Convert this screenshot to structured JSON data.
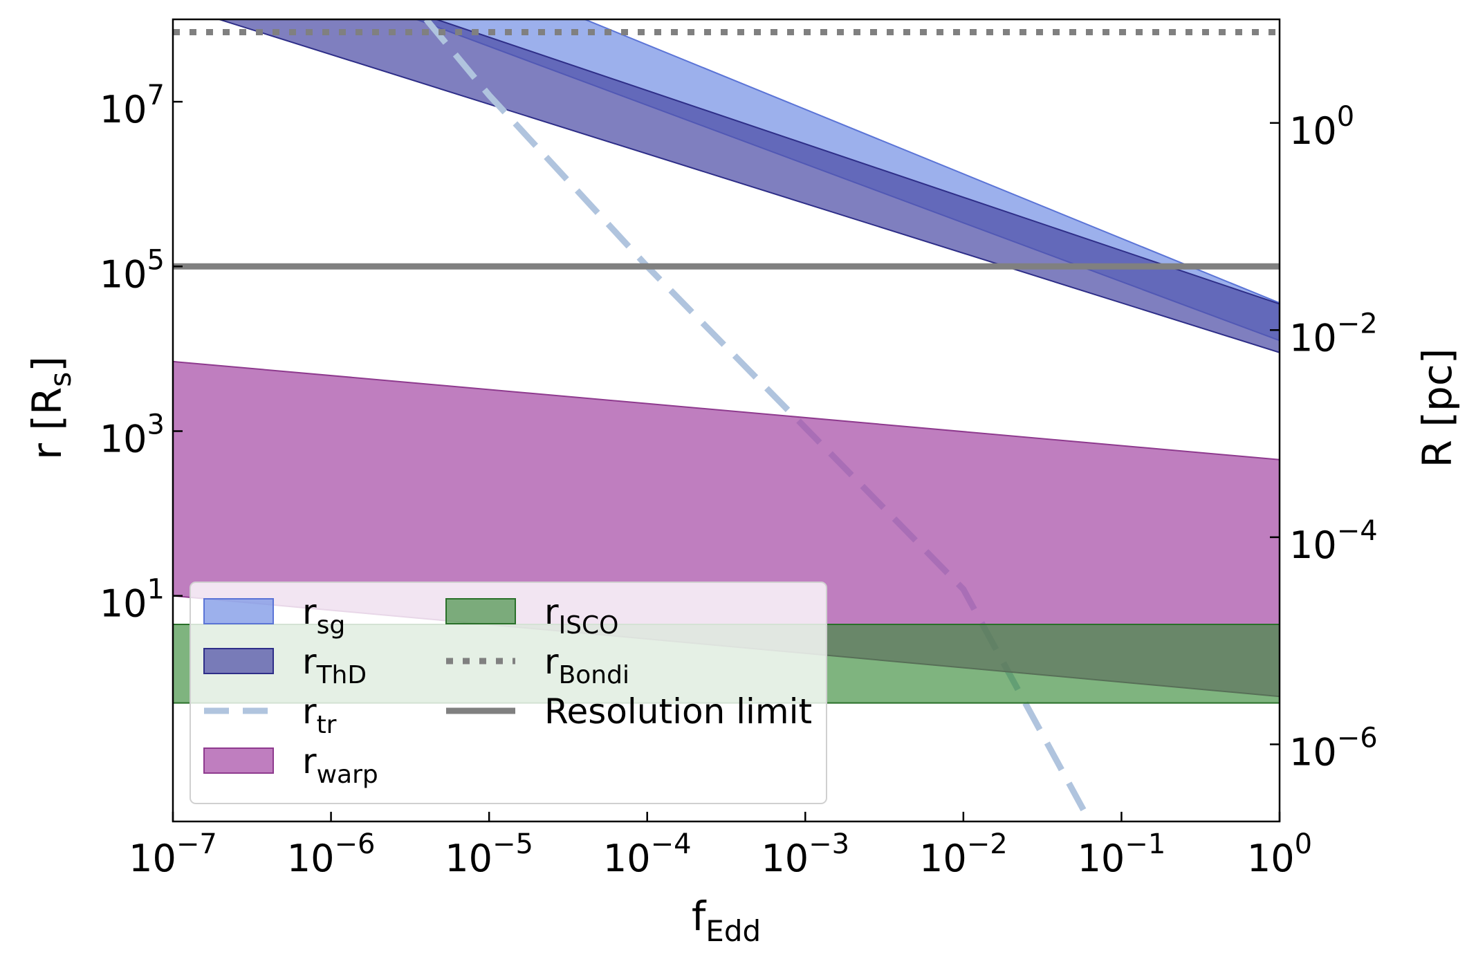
{
  "chart_data": {
    "type": "area",
    "xlabel": {
      "main": "f",
      "sub": "Edd"
    },
    "ylabel": {
      "main": "r [R",
      "sub": "s",
      "tail": "]"
    },
    "ylabel_right": "R [pc]",
    "xscale": "log",
    "yscale": "log",
    "xlim": [
      1e-07,
      1
    ],
    "ylim": [
      0.0182,
      100000000.0
    ],
    "ylim_right_pc": [
      1.8e-07,
      10
    ],
    "x_ticks": [
      {
        "value": 1e-07,
        "base": "10",
        "exp": "−7"
      },
      {
        "value": 1e-06,
        "base": "10",
        "exp": "−6"
      },
      {
        "value": 1e-05,
        "base": "10",
        "exp": "−5"
      },
      {
        "value": 0.0001,
        "base": "10",
        "exp": "−4"
      },
      {
        "value": 0.001,
        "base": "10",
        "exp": "−3"
      },
      {
        "value": 0.01,
        "base": "10",
        "exp": "−2"
      },
      {
        "value": 0.1,
        "base": "10",
        "exp": "−1"
      },
      {
        "value": 1,
        "base": "10",
        "exp": "0"
      }
    ],
    "y_ticks": [
      {
        "value": 10,
        "base": "10",
        "exp": "1"
      },
      {
        "value": 1000,
        "base": "10",
        "exp": "3"
      },
      {
        "value": 100000,
        "base": "10",
        "exp": "5"
      },
      {
        "value": 10000000,
        "base": "10",
        "exp": "7"
      }
    ],
    "y_ticks_right": [
      {
        "value": 1e-06,
        "base": "10",
        "exp": "−6"
      },
      {
        "value": 0.0001,
        "base": "10",
        "exp": "−4"
      },
      {
        "value": 0.01,
        "base": "10",
        "exp": "−2"
      },
      {
        "value": 1,
        "base": "10",
        "exp": "0"
      }
    ],
    "series": [
      {
        "name": "r",
        "sub": "sg",
        "kind": "band",
        "color": "#7b96e6",
        "edge": "#5b74d6",
        "alpha": 0.75,
        "x": [
          1e-07,
          1
        ],
        "lower": [
          1260000000.0,
          12600
        ],
        "upper": [
          11000000000.0,
          36000
        ]
      },
      {
        "name": "r",
        "sub": "ThD",
        "kind": "band",
        "color": "#4e4ea6",
        "edge": "#2e2e88",
        "alpha": 0.72,
        "x": [
          1e-07,
          1
        ],
        "lower": [
          150000000.0,
          9000
        ],
        "upper": [
          1200000000.0,
          35000
        ]
      },
      {
        "name": "r",
        "sub": "tr",
        "kind": "line",
        "color": "#b0c4de",
        "dash": "dashed",
        "x": [
          4e-06,
          1e-05,
          0.0001,
          0.001,
          0.01,
          0.063
        ],
        "y": [
          100000000.0,
          12000000.0,
          100000.0,
          1100,
          12,
          0.0182
        ]
      },
      {
        "name": "r",
        "sub": "warp",
        "kind": "band",
        "color": "#a64ca6",
        "edge": "#8e3a8e",
        "alpha": 0.72,
        "x": [
          1e-07,
          1
        ],
        "lower": [
          10,
          0.6
        ],
        "upper": [
          7000,
          450
        ]
      },
      {
        "name": "r",
        "sub": "ISCO",
        "kind": "band",
        "color": "#3a8c3a",
        "edge": "#2a702a",
        "alpha": 0.65,
        "x": [
          1e-07,
          1
        ],
        "lower": [
          0.5,
          0.5
        ],
        "upper": [
          4.5,
          4.5
        ]
      },
      {
        "name": "r",
        "sub": "Bondi",
        "kind": "line",
        "color": "#808080",
        "dash": "dotted",
        "x": [
          1e-07,
          1
        ],
        "y": [
          70000000.0,
          70000000.0
        ]
      },
      {
        "name": "Resolution limit",
        "sub": "",
        "kind": "line",
        "color": "#808080",
        "dash": "solid",
        "x": [
          1e-07,
          1
        ],
        "y": [
          100000.0,
          100000.0
        ]
      }
    ],
    "legend": {
      "placement": "lower-left",
      "columns": 2,
      "column_order": [
        [
          0,
          1,
          2,
          3
        ],
        [
          4,
          5,
          6
        ]
      ]
    },
    "grid": false
  }
}
